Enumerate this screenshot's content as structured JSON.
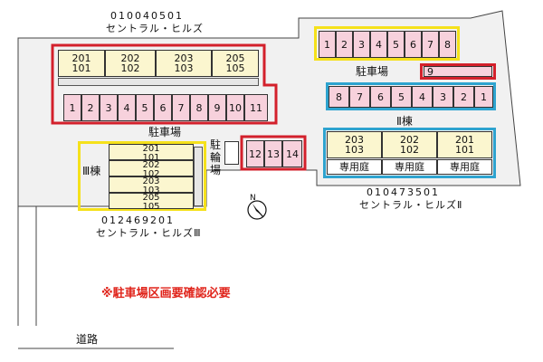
{
  "site": {
    "addresses": {
      "main": {
        "code": "010040501",
        "name": "セントラル・ヒルズ"
      },
      "second": {
        "code": "010473501",
        "name": "セントラル・ヒルズⅡ"
      },
      "third": {
        "code": "012469201",
        "name": "セントラル・ヒルズⅢ"
      }
    },
    "building_main": {
      "units": [
        {
          "top": "201",
          "bottom": "101"
        },
        {
          "top": "202",
          "bottom": "102"
        },
        {
          "top": "203",
          "bottom": "103"
        },
        {
          "top": "205",
          "bottom": "105"
        }
      ]
    },
    "parking_main": {
      "spaces": [
        "1",
        "2",
        "3",
        "4",
        "5",
        "6",
        "7",
        "8",
        "9",
        "10",
        "11"
      ],
      "extra": [
        "12",
        "13",
        "14"
      ],
      "label": "駐車場"
    },
    "bike_parking": "駐\n輪\n場",
    "parking_two": {
      "label": "駐車場",
      "top_row": [
        "1",
        "2",
        "3",
        "4",
        "5",
        "6",
        "7",
        "8"
      ],
      "side_space": "9",
      "bottom_row": [
        "8",
        "7",
        "6",
        "5",
        "4",
        "3",
        "2",
        "1"
      ]
    },
    "building_two": {
      "label": "Ⅱ棟",
      "units": [
        {
          "top": "203",
          "bottom": "103"
        },
        {
          "top": "202",
          "bottom": "102"
        },
        {
          "top": "201",
          "bottom": "101"
        }
      ],
      "yard_label": "専用庭"
    },
    "building_three": {
      "label": "Ⅲ棟",
      "units": [
        {
          "top": "201",
          "bottom": "101"
        },
        {
          "top": "202",
          "bottom": "102"
        },
        {
          "top": "203",
          "bottom": "103"
        },
        {
          "top": "205",
          "bottom": "105"
        }
      ]
    },
    "compass": "N",
    "notice": "※駐車場区画要確認必要",
    "road": "道路",
    "colors": {
      "parking_fill": "#f7d1dc",
      "building_fill": "#fbf6cf",
      "red_outline": "#d3202b",
      "yellow_outline": "#f5e11b",
      "blue_outline": "#2ea3cf"
    }
  }
}
